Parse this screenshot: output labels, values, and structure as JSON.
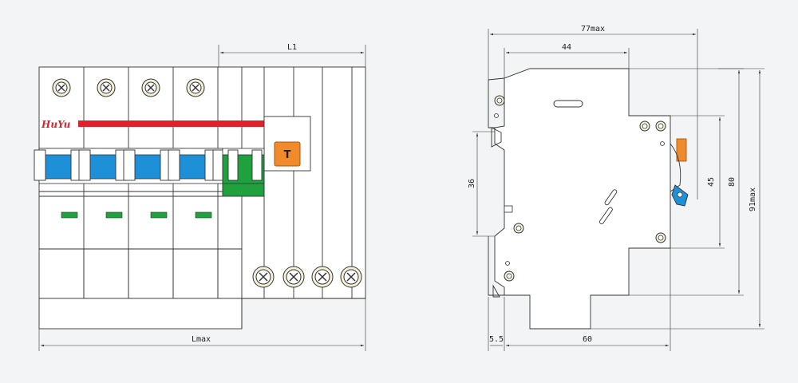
{
  "front_view": {
    "brand_logo": "HuYu",
    "test_button_label": "T",
    "dimensions": {
      "l1": "L1",
      "lmax": "Lmax"
    }
  },
  "side_view": {
    "dimensions": {
      "d77": "77max",
      "d44": "44",
      "d36": "36",
      "d45": "45",
      "d80": "80",
      "d91": "91max",
      "d55": "5.5",
      "d60": "60"
    }
  },
  "colors": {
    "blue": "#1e90d8",
    "green": "#1fa23e",
    "red": "#e0202a",
    "orange": "#f08a2a",
    "logo": "#d6262d"
  }
}
